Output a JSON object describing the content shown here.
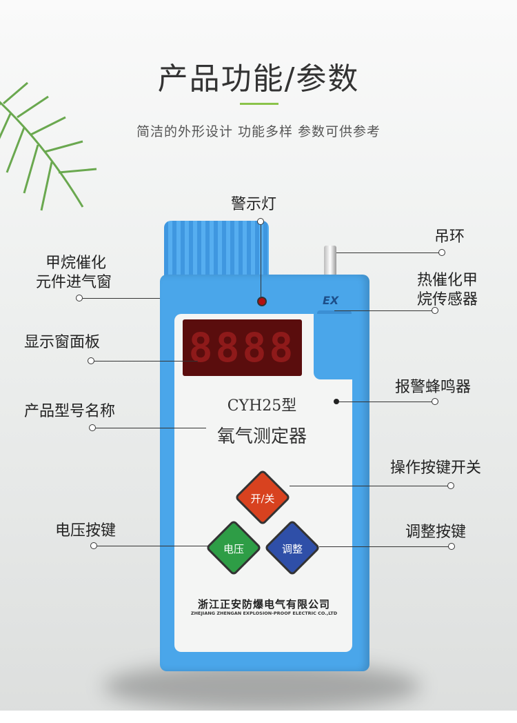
{
  "header": {
    "title": "产品功能/参数",
    "subtitle": "简洁的外形设计  功能多样  参数可供参考"
  },
  "device": {
    "display_digits": "8888",
    "model": "CYH25型",
    "name": "氧气测定器",
    "ex_mark": "EX",
    "keys": {
      "power": "开/关",
      "voltage": "电压",
      "adjust": "调整"
    },
    "manufacturer_cn": "浙江正安防爆电气有限公司",
    "manufacturer_en": "ZHEJIANG ZHENGAN EXPLOSION-PROOF ELECTRIC CO.,LTD",
    "key_colors": {
      "power": "#d8421f",
      "voltage": "#2e9d46",
      "adjust": "#2f4fa8"
    }
  },
  "callouts": {
    "warning_light": "警示灯",
    "hanging_ring": "吊环",
    "methane_window_1": "甲烷催化",
    "methane_window_2": "元件进气窗",
    "sensor_1": "热催化甲",
    "sensor_2": "烷传感器",
    "display_panel": "显示窗面板",
    "buzzer": "报警蜂鸣器",
    "model_name": "产品型号名称",
    "power_key": "操作按键开关",
    "voltage_key": "电压按键",
    "adjust_key": "调整按键"
  }
}
